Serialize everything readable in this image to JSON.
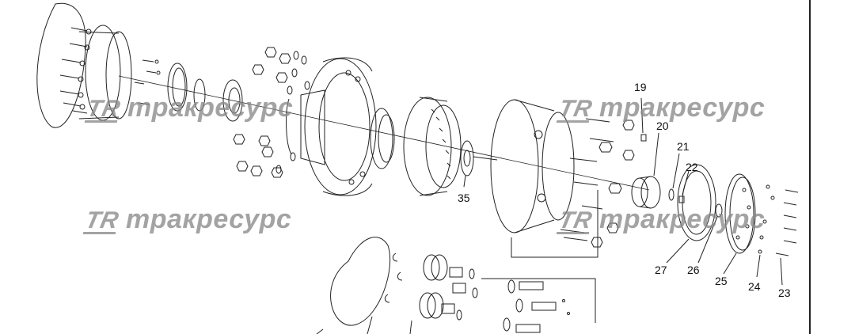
{
  "watermark": {
    "logo": "TR",
    "brand": "тракресурс"
  },
  "callouts": {
    "c19": "19",
    "c20": "20",
    "c21": "21",
    "c22": "22",
    "c23": "23",
    "c24": "24",
    "c25": "25",
    "c26": "26",
    "c27": "27",
    "c35": "35"
  },
  "colors": {
    "line": "#222222",
    "watermark": "#8a8a8a",
    "background": "#ffffff"
  }
}
